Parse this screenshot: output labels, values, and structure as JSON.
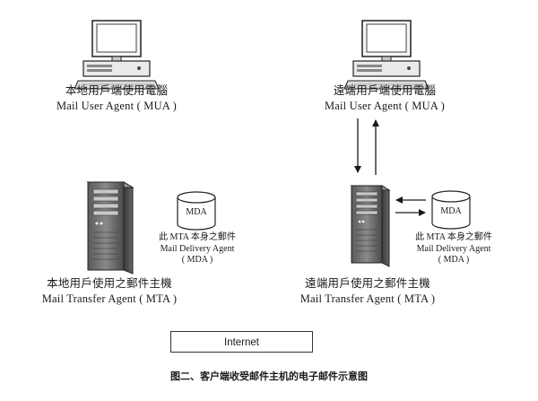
{
  "local_mua": {
    "line1": "本地用戶端使用電腦",
    "line2": "Mail User Agent ( MUA )"
  },
  "remote_mua": {
    "line1": "遠端用戶端使用電腦",
    "line2": "Mail User Agent ( MUA )"
  },
  "local_mta": {
    "line1": "本地用戶使用之郵件主機",
    "line2": "Mail Transfer Agent ( MTA )"
  },
  "remote_mta": {
    "line1": "遠端用戶使用之郵件主機",
    "line2": "Mail Transfer Agent ( MTA )"
  },
  "local_mda": {
    "cylinder_label": "MDA",
    "line1": "此 MTA 本身之郵件",
    "line2": "Mail Delivery Agent",
    "line3": "( MDA )"
  },
  "remote_mda": {
    "cylinder_label": "MDA",
    "line1": "此 MTA 本身之郵件",
    "line2": "Mail Delivery Agent",
    "line3": "( MDA )"
  },
  "internet_label": "Internet",
  "figure_caption": "图二、客户端收受邮件主机的电子邮件示意图"
}
